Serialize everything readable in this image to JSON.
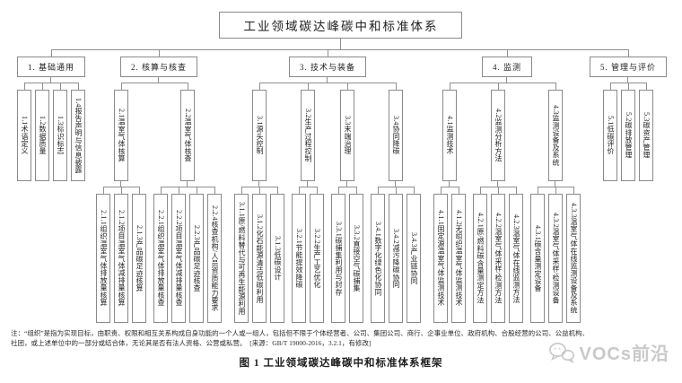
{
  "tree": {
    "label": "工业领域碳达峰碳中和标准体系",
    "children": [
      {
        "label": "1. 基础通用",
        "children": [
          {
            "label": "1.1术语定义"
          },
          {
            "label": "1.2数据质量"
          },
          {
            "label": "1.3标识标志"
          },
          {
            "label": "1.4报告声明与信息披露"
          }
        ]
      },
      {
        "label": "2. 核算与核查",
        "children": [
          {
            "label": "2.1温室气体核算",
            "children": [
              {
                "label": "2.1.1组织温室气体排放量核算"
              },
              {
                "label": "2.1.2项目温室气体减排量核算"
              },
              {
                "label": "2.1.3产品碳足迹核算"
              }
            ]
          },
          {
            "label": "2.2温室气体核查",
            "children": [
              {
                "label": "2.2.1组织温室气体排放量核查"
              },
              {
                "label": "2.2.2项目温室气体减排量核查"
              },
              {
                "label": "2.2.3产品碳足迹核查"
              },
              {
                "label": "2.2.4核查机构/人员资质能力要求"
              }
            ]
          }
        ]
      },
      {
        "label": "3. 技术与装备",
        "children": [
          {
            "label": "3.1源头控制",
            "children": [
              {
                "label": "3.1.1原/燃料替代与可再生能源利用"
              },
              {
                "label": "3.1.2化石能源清洁低碳利用"
              },
              {
                "label": "3.1.3低碳设计"
              }
            ]
          },
          {
            "label": "3.2生产过程控制",
            "children": [
              {
                "label": "3.2.1节能提效降碳"
              },
              {
                "label": "3.2.2生产工艺优化"
              }
            ]
          },
          {
            "label": "3.3末端治理",
            "children": [
              {
                "label": "3.3.1碳捕集利用与封存"
              },
              {
                "label": "3.3.2直接空气碳捕集"
              }
            ]
          },
          {
            "label": "3.4协同降碳",
            "children": [
              {
                "label": "3.4.1数字化绿色化协同"
              },
              {
                "label": "3.4.2减污降碳协同"
              },
              {
                "label": "3.4.3产业链协同"
              }
            ]
          }
        ]
      },
      {
        "label": "4. 监测",
        "children": [
          {
            "label": "4.1监测技术",
            "children": [
              {
                "label": "4.1.1固定源温室气体监测技术"
              },
              {
                "label": "4.1.2无组织温室气体监测技术"
              }
            ]
          },
          {
            "label": "4.2监测分析方法",
            "children": [
              {
                "label": "4.2.1原/燃料碳含量测定方法"
              },
              {
                "label": "4.2.2温室气体采样/检测方法"
              },
              {
                "label": "4.2.3温室气体在线监测方法"
              }
            ]
          },
          {
            "label": "4.3监测设备及系统",
            "children": [
              {
                "label": "4.3.1碳含量测定设备"
              },
              {
                "label": "4.3.2温室气体采样/检测设备"
              },
              {
                "label": "4.3.3温室气体在线监测设备及系统"
              }
            ]
          }
        ]
      },
      {
        "label": "5. 管理与评价",
        "children": [
          {
            "label": "5.1低碳评价"
          },
          {
            "label": "5.2碳排放管理"
          },
          {
            "label": "5.3碳资产管理"
          }
        ]
      }
    ]
  },
  "note": {
    "lines": [
      "注：“组织”是指为实现目标，由职责、权限和相互关系构成自身功能的一个人或一组人，包括但不限于个体经营者、公司、集团公司、商行、企事业单位、政府机构、合股经营的公司、公益机构、",
      "社团，或上述单位中的一部分或结合体，无论其是否有法人资格、公营或私营。　[来源：GB/T 19000-2016，3.2.1，有修改]"
    ]
  },
  "caption": "图 1  工业领域碳达峰碳中和标准体系框架",
  "watermark": {
    "text": "VOCs前沿"
  },
  "colors": {
    "line": "#8f8f8f",
    "box_border": "#8a8a8a",
    "text": "#1e1e1e",
    "watermark": "#c9c9c9"
  }
}
